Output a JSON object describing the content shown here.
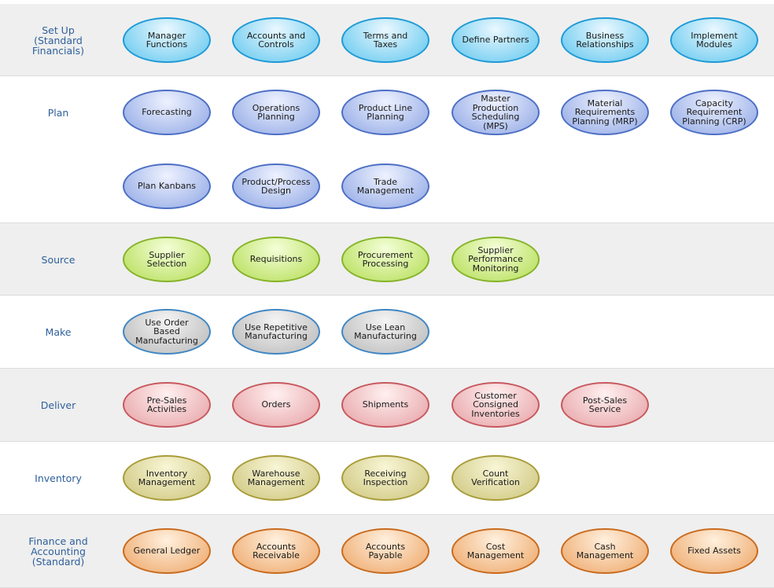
{
  "bands": [
    {
      "id": "setup",
      "label": "Set Up\n(Standard\nFinancials)",
      "palette": "cyan",
      "items": [
        {
          "label": "Manager\nFunctions"
        },
        {
          "label": "Accounts and\nControls"
        },
        {
          "label": "Terms and\nTaxes"
        },
        {
          "label": "Define Partners"
        },
        {
          "label": "Business\nRelationships"
        },
        {
          "label": "Implement\nModules"
        }
      ]
    },
    {
      "id": "plan",
      "label": "Plan",
      "palette": "blue",
      "items": [
        {
          "label": "Forecasting"
        },
        {
          "label": "Operations\nPlanning"
        },
        {
          "label": "Product Line\nPlanning"
        },
        {
          "label": "Master\nProduction\nScheduling\n(MPS)"
        },
        {
          "label": "Material\nRequirements\nPlanning (MRP)"
        },
        {
          "label": "Capacity\nRequirement\nPlanning (CRP)"
        },
        {
          "label": "Plan Kanbans"
        },
        {
          "label": "Product/Process\nDesign"
        },
        {
          "label": "Trade\nManagement"
        }
      ]
    },
    {
      "id": "source",
      "label": "Source",
      "palette": "green",
      "items": [
        {
          "label": "Supplier\nSelection"
        },
        {
          "label": "Requisitions"
        },
        {
          "label": "Procurement\nProcessing"
        },
        {
          "label": "Supplier\nPerformance\nMonitoring"
        }
      ]
    },
    {
      "id": "make",
      "label": "Make",
      "palette": "gray",
      "items": [
        {
          "label": "Use Order\nBased\nManufacturing"
        },
        {
          "label": "Use Repetitive\nManufacturing"
        },
        {
          "label": "Use Lean\nManufacturing"
        }
      ]
    },
    {
      "id": "deliver",
      "label": "Deliver",
      "palette": "red",
      "items": [
        {
          "label": "Pre-Sales\nActivities"
        },
        {
          "label": "Orders"
        },
        {
          "label": "Shipments"
        },
        {
          "label": "Customer\nConsigned\nInventories"
        },
        {
          "label": "Post-Sales\nService"
        }
      ]
    },
    {
      "id": "inventory",
      "label": "Inventory",
      "palette": "olive",
      "items": [
        {
          "label": "Inventory\nManagement"
        },
        {
          "label": "Warehouse\nManagement"
        },
        {
          "label": "Receiving\nInspection"
        },
        {
          "label": "Count\nVerification"
        }
      ]
    },
    {
      "id": "finance",
      "label": "Finance and\nAccounting\n(Standard)",
      "palette": "orange",
      "items": [
        {
          "label": "General Ledger"
        },
        {
          "label": "Accounts\nReceivable"
        },
        {
          "label": "Accounts\nPayable"
        },
        {
          "label": "Cost\nManagement"
        },
        {
          "label": "Cash\nManagement"
        },
        {
          "label": "Fixed Assets"
        }
      ]
    }
  ],
  "palettes": {
    "cyan": {
      "top": "#eaf8ff",
      "bottom": "#5ec6ee",
      "border": "#1e9ad6"
    },
    "blue": {
      "top": "#eef2ff",
      "bottom": "#8ea6e4",
      "border": "#4d6fc4"
    },
    "green": {
      "top": "#f4ffd8",
      "bottom": "#b3dc52",
      "border": "#86b32a"
    },
    "gray": {
      "top": "#f4f4f4",
      "bottom": "#b8b8b8",
      "border": "#3f86c4"
    },
    "red": {
      "top": "#fff0f0",
      "bottom": "#e6a0a4",
      "border": "#c7595f"
    },
    "olive": {
      "top": "#f8f6d6",
      "bottom": "#ccc47a",
      "border": "#a89c3a"
    },
    "orange": {
      "top": "#fff0de",
      "bottom": "#eda565",
      "border": "#c96b1e"
    }
  },
  "band_colors": {
    "shaded": "#efefef",
    "plain": "#ffffff",
    "divider": "#dcdcdc"
  }
}
